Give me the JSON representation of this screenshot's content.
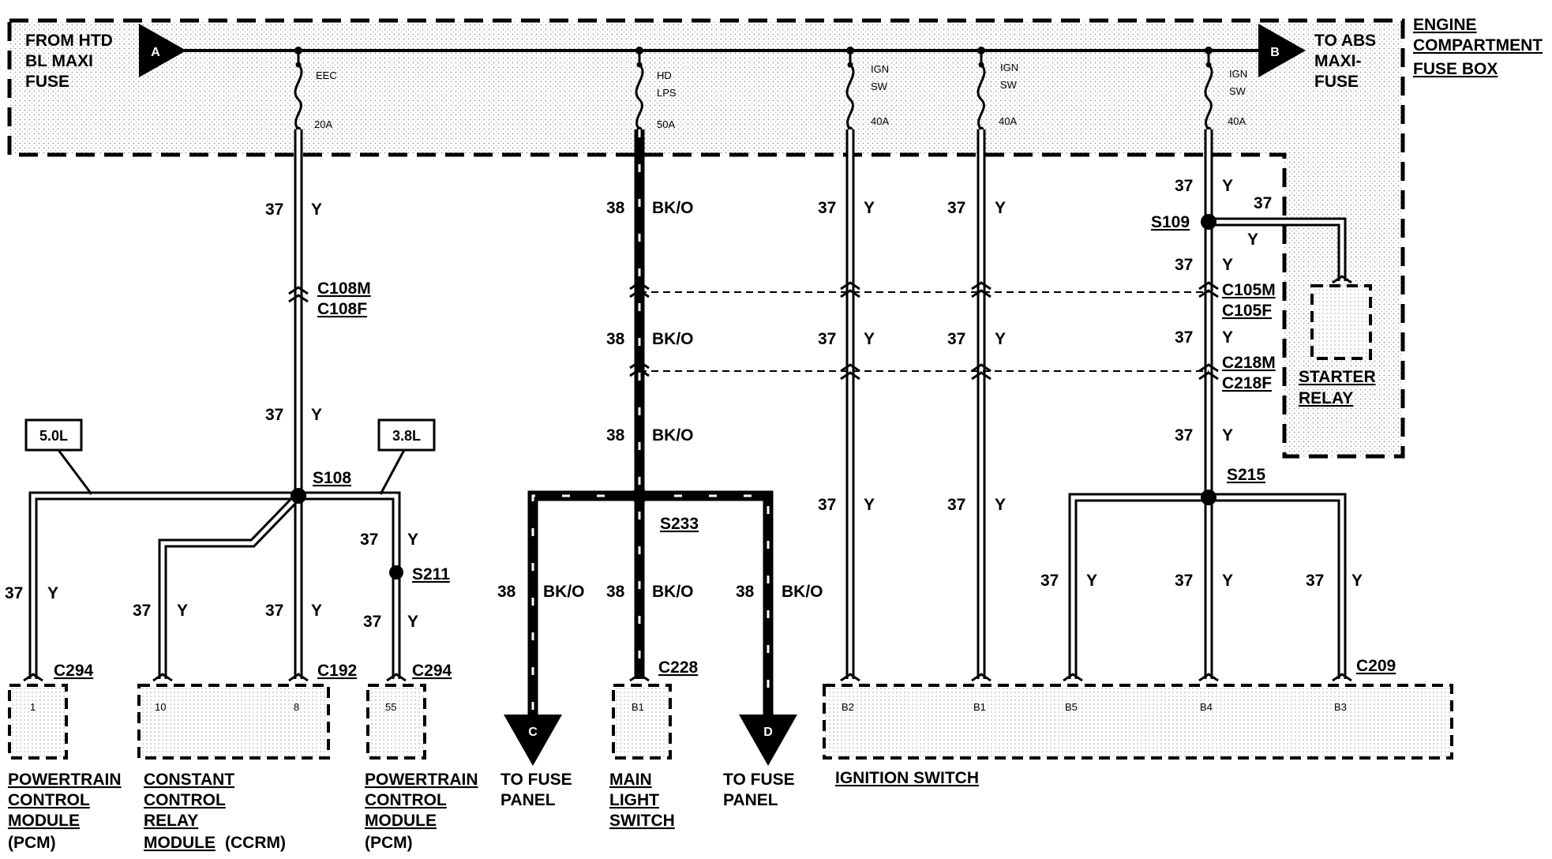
{
  "source": {
    "line1": "FROM HTD",
    "line2": "BL MAXI",
    "line3": "FUSE"
  },
  "destination": {
    "line1": "TO ABS",
    "line2": "MAXI-",
    "line3": "FUSE"
  },
  "fuse_box": {
    "line1": "ENGINE",
    "line2": "COMPARTMENT",
    "line3": "FUSE BOX"
  },
  "markers": {
    "a": "A",
    "b": "B",
    "c": "C",
    "d": "D"
  },
  "fuses": [
    {
      "name1": "EEC",
      "name2": "",
      "rating": "20A"
    },
    {
      "name1": "HD",
      "name2": "LPS",
      "rating": "50A"
    },
    {
      "name1": "IGN",
      "name2": "SW",
      "rating": "40A"
    },
    {
      "name1": "IGN",
      "name2": "SW",
      "rating": "40A"
    },
    {
      "name1": "IGN",
      "name2": "SW",
      "rating": "40A"
    }
  ],
  "circuits": {
    "c37": "37",
    "c38": "38",
    "y": "Y",
    "bko": "BK/O"
  },
  "connectors": {
    "c108m": "C108M",
    "c108f": "C108F",
    "c105m": "C105M",
    "c105f": "C105F",
    "c218m": "C218M",
    "c218f": "C218F",
    "c294": "C294",
    "c192": "C192",
    "c228": "C228",
    "c209": "C209"
  },
  "splices": {
    "s108": "S108",
    "s109": "S109",
    "s211": "S211",
    "s215": "S215",
    "s233": "S233"
  },
  "engine_options": {
    "e50": "5.0L",
    "e38": "3.8L"
  },
  "pins": {
    "pcm1": "1",
    "ccrm10": "10",
    "ccrm8": "8",
    "pcm55": "55",
    "b1": "B1",
    "ign_b2": "B2",
    "ign_b1": "B1",
    "ign_b5": "B5",
    "ign_b4": "B4",
    "ign_b3": "B3"
  },
  "components": {
    "pcm_left": {
      "line1": "POWERTRAIN",
      "line2": "CONTROL",
      "line3": "MODULE",
      "line4": "(PCM)"
    },
    "ccrm": {
      "line1": "CONSTANT",
      "line2": "CONTROL",
      "line3": "RELAY",
      "line4a": "MODULE",
      "line4b": "(CCRM)"
    },
    "pcm_right": {
      "line1": "POWERTRAIN",
      "line2": "CONTROL",
      "line3": "MODULE",
      "line4": "(PCM)"
    },
    "to_fuse_c": {
      "line1": "TO FUSE",
      "line2": "PANEL"
    },
    "main_light": {
      "line1": "MAIN",
      "line2": "LIGHT",
      "line3": "SWITCH"
    },
    "to_fuse_d": {
      "line1": "TO FUSE",
      "line2": "PANEL"
    },
    "ignition": {
      "line1": "IGNITION SWITCH"
    },
    "starter": {
      "line1": "STARTER",
      "line2": "RELAY"
    }
  }
}
